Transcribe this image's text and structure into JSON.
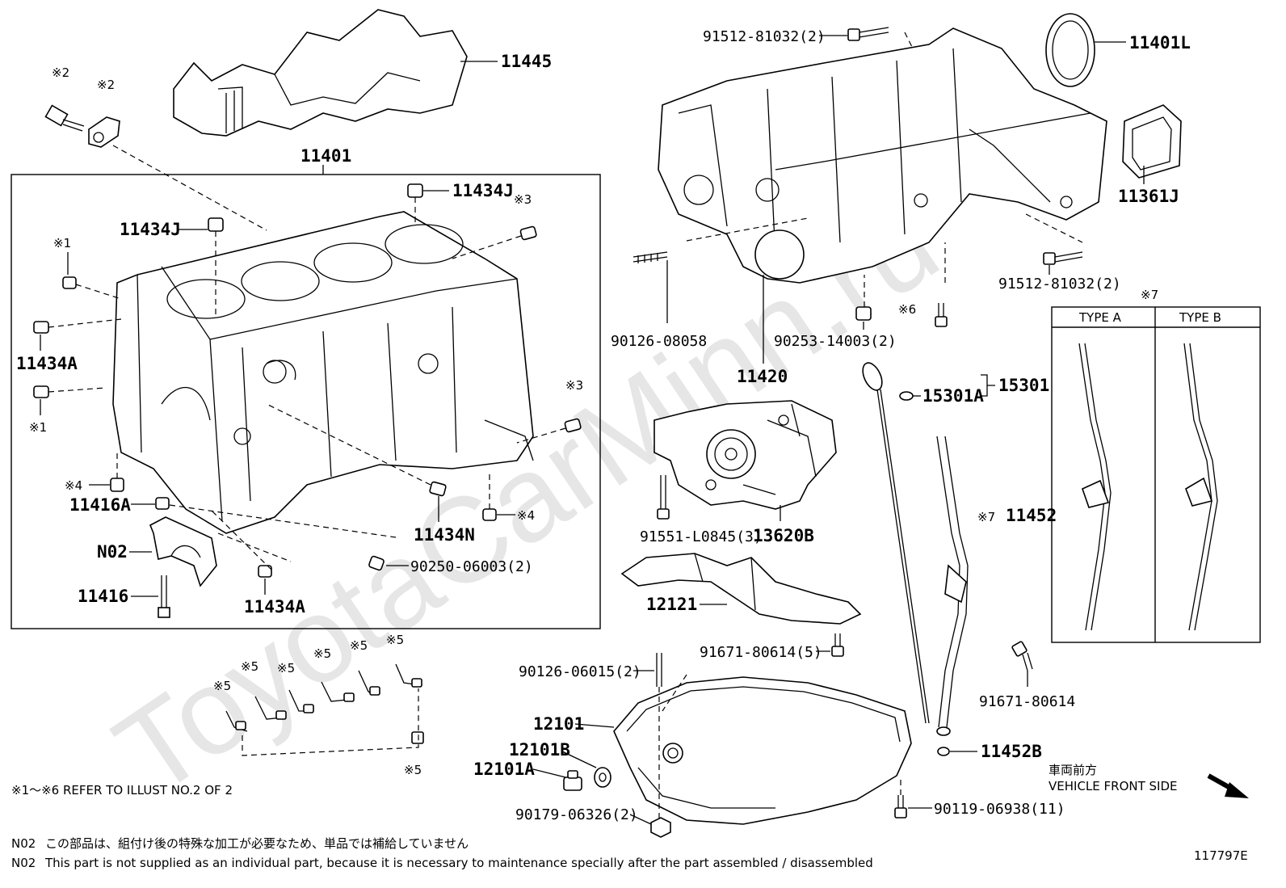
{
  "watermark": "ToyotaCarMinn.ru",
  "group_11401": "11401",
  "labels": {
    "p11445": "11445",
    "p11434J_a": "11434J",
    "p11434J_b": "11434J",
    "p11434A_a": "11434A",
    "p11434A_b": "11434A",
    "p11416A": "11416A",
    "pN02": "N02",
    "p11416": "11416",
    "p11434N": "11434N",
    "p90250": "90250-06003(2)",
    "p91512_top": "91512-81032(2)",
    "p11401L": "11401L",
    "p11361J": "11361J",
    "p91512_bot": "91512-81032(2)",
    "p90126_08058": "90126-08058",
    "p90253": "90253-14003(2)",
    "p11420": "11420",
    "p15301": "15301",
    "p15301A": "15301A",
    "p91551": "91551-L0845(3)",
    "p13620B": "13620B",
    "p11452": "11452",
    "p12121": "12121",
    "p91671_5": "91671-80614(5)",
    "p90126_06015": "90126-06015(2)",
    "p12101": "12101",
    "p12101B": "12101B",
    "p12101A": "12101A",
    "p90179": "90179-06326(2)",
    "p91671": "91671-80614",
    "p11452B": "11452B",
    "p90119": "90119-06938(11)"
  },
  "marks": {
    "m2a": "※2",
    "m2b": "※2",
    "m3a": "※3",
    "m3b": "※3",
    "m1a": "※1",
    "m1b": "※1",
    "m4a": "※4",
    "m4b": "※4",
    "m6": "※6",
    "m7": "※7",
    "m7b": "※7",
    "m5a": "※5",
    "m5b": "※5",
    "m5c": "※5",
    "m5d": "※5",
    "m5e": "※5",
    "m5f": "※5",
    "m5g": "※5"
  },
  "types": {
    "a": "TYPE A",
    "b": "TYPE B"
  },
  "front": {
    "jp": "車両前方",
    "en": "VEHICLE FRONT SIDE"
  },
  "refer_note": "※1～※6 REFER TO ILLUST NO.2 OF 2",
  "footnotes": {
    "jp_code": "N02",
    "jp_text": "この部品は、組付け後の特殊な加工が必要なため、単品では補給していません",
    "en_code": "N02",
    "en_text": "This part is not supplied as an individual part, because it is necessary to maintenance specially after the part assembled / disassembled"
  },
  "illust_number": "117797E"
}
